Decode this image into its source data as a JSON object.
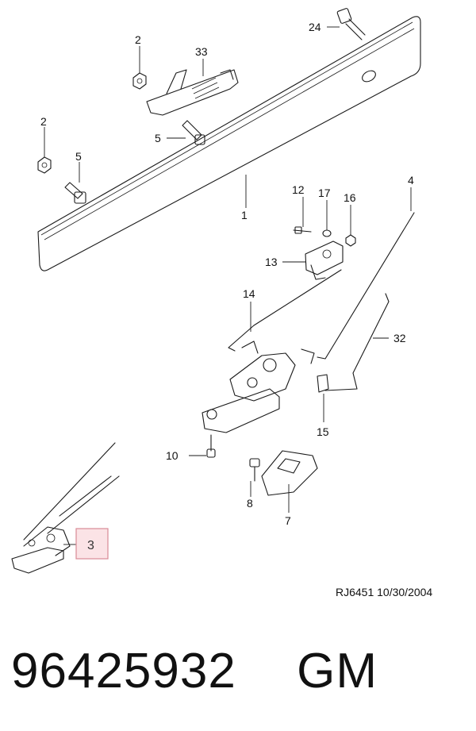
{
  "callouts": {
    "c24": "24",
    "c2a": "2",
    "c33": "33",
    "c2b": "2",
    "c5a": "5",
    "c5b": "5",
    "c1": "1",
    "c12": "12",
    "c17": "17",
    "c16": "16",
    "c4": "4",
    "c13": "13",
    "c14": "14",
    "c32": "32",
    "c15": "15",
    "c10": "10",
    "c8": "8",
    "c7": "7",
    "c3": "3"
  },
  "highlight_color": "#e8a0a8",
  "reference": "RJ6451  10/30/2004",
  "footer": {
    "part_number": "96425932",
    "manufacturer": "GM"
  }
}
